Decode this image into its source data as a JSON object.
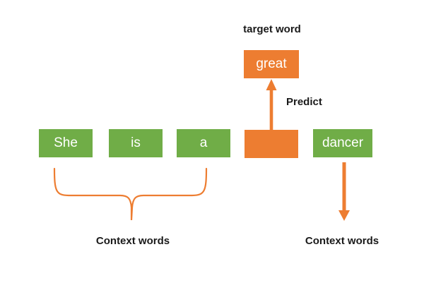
{
  "colors": {
    "green": "#70ad47",
    "orange": "#ed7d31",
    "label": "#1a1a1a",
    "box_text": "#ffffff",
    "background": "#ffffff"
  },
  "labels": {
    "target_word": "target word",
    "predict": "Predict",
    "context_left": "Context words",
    "context_right": "Context words"
  },
  "words": {
    "context_left": [
      "She",
      "is",
      "a"
    ],
    "target": "great",
    "hidden": "",
    "context_right": "dancer"
  }
}
